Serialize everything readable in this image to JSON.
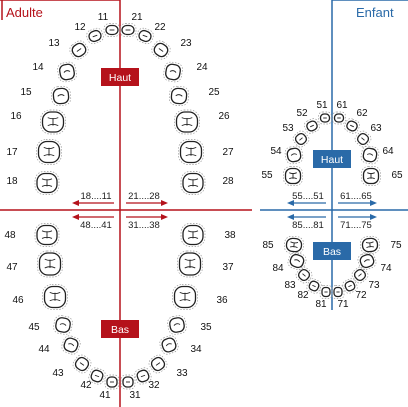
{
  "colors": {
    "adult": "#b5121b",
    "child": "#2a6aa8",
    "tooth": "#222222"
  },
  "adult": {
    "title": "Adulte",
    "upper_label": "Haut",
    "lower_label": "Bas",
    "upper_numbers": [
      "11",
      "12",
      "13",
      "14",
      "15",
      "16",
      "17",
      "18",
      "21",
      "22",
      "23",
      "24",
      "25",
      "26",
      "27",
      "28"
    ],
    "lower_numbers": [
      "31",
      "32",
      "33",
      "34",
      "35",
      "36",
      "37",
      "38",
      "41",
      "42",
      "43",
      "44",
      "45",
      "46",
      "47",
      "48"
    ],
    "range_upper_right": "18....11",
    "range_upper_left": "21....28",
    "range_lower_right": "48....41",
    "range_lower_left": "31....38"
  },
  "child": {
    "title": "Enfant",
    "upper_label": "Haut",
    "lower_label": "Bas",
    "upper_numbers": [
      "51",
      "52",
      "53",
      "54",
      "55",
      "61",
      "62",
      "63",
      "64",
      "65"
    ],
    "lower_numbers": [
      "71",
      "72",
      "73",
      "74",
      "75",
      "81",
      "82",
      "83",
      "84",
      "85"
    ],
    "range_upper_right": "55....51",
    "range_upper_left": "61....65",
    "range_lower_right": "85....81",
    "range_lower_left": "71....75"
  }
}
